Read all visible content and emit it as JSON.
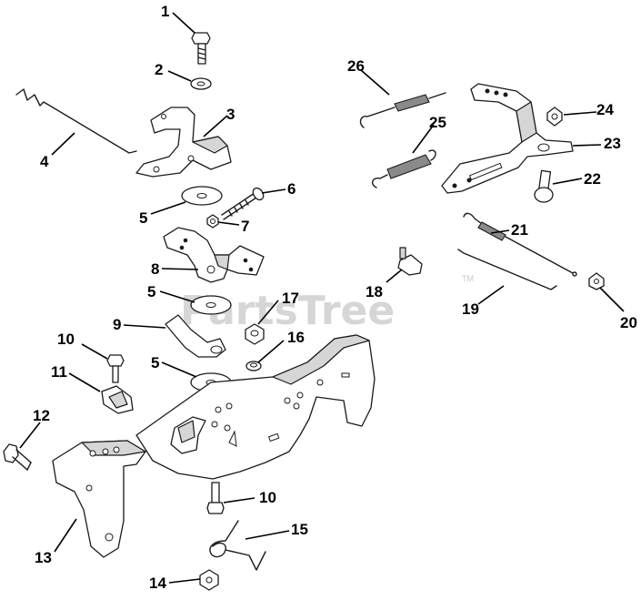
{
  "watermark": {
    "text": "PartsTree",
    "trademark": "TM"
  },
  "callouts": [
    "1",
    "2",
    "3",
    "4",
    "5",
    "6",
    "7",
    "8",
    "5",
    "9",
    "10",
    "11",
    "12",
    "13",
    "14",
    "10",
    "15",
    "16",
    "17",
    "5",
    "18",
    "19",
    "20",
    "21",
    "22",
    "23",
    "24",
    "25",
    "26"
  ]
}
